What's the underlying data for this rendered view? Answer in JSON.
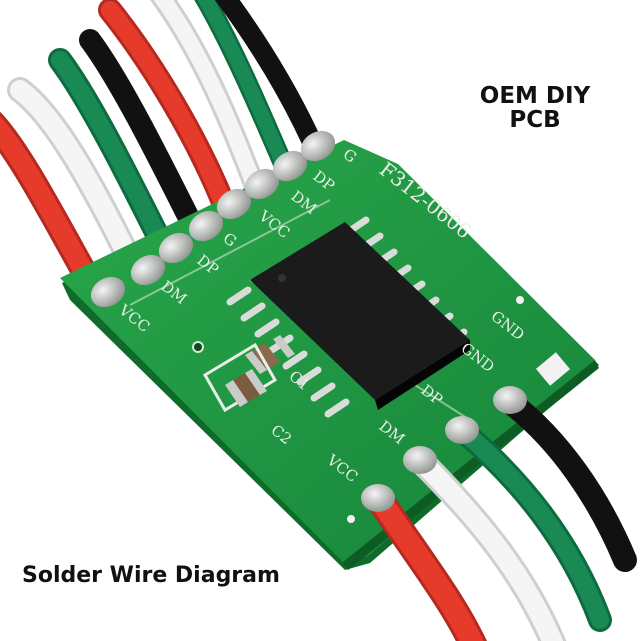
{
  "captions": {
    "oem_line1": "OEM DIY",
    "oem_line2": "PCB",
    "bottom": "Solder Wire Diagram"
  },
  "board": {
    "part_number": "F312-0606",
    "left_pads": [
      "VCC",
      "DM",
      "DP",
      "G"
    ],
    "upper_pads": [
      "VCC",
      "DM",
      "DP",
      "G"
    ],
    "right_pads": [
      "GND",
      "DP",
      "DM",
      "VCC"
    ],
    "gnd_top": "GND",
    "c1": "C1",
    "c2": "C2"
  },
  "colors": {
    "pcb": "#1f9a42",
    "pcb_dark": "#137a31",
    "wire_red": "#e63a2b",
    "wire_white": "#f3f3f3",
    "wire_green": "#1a8a55",
    "wire_black": "#141414",
    "chip": "#1b1b1b",
    "solder": "#c9ccc9"
  }
}
